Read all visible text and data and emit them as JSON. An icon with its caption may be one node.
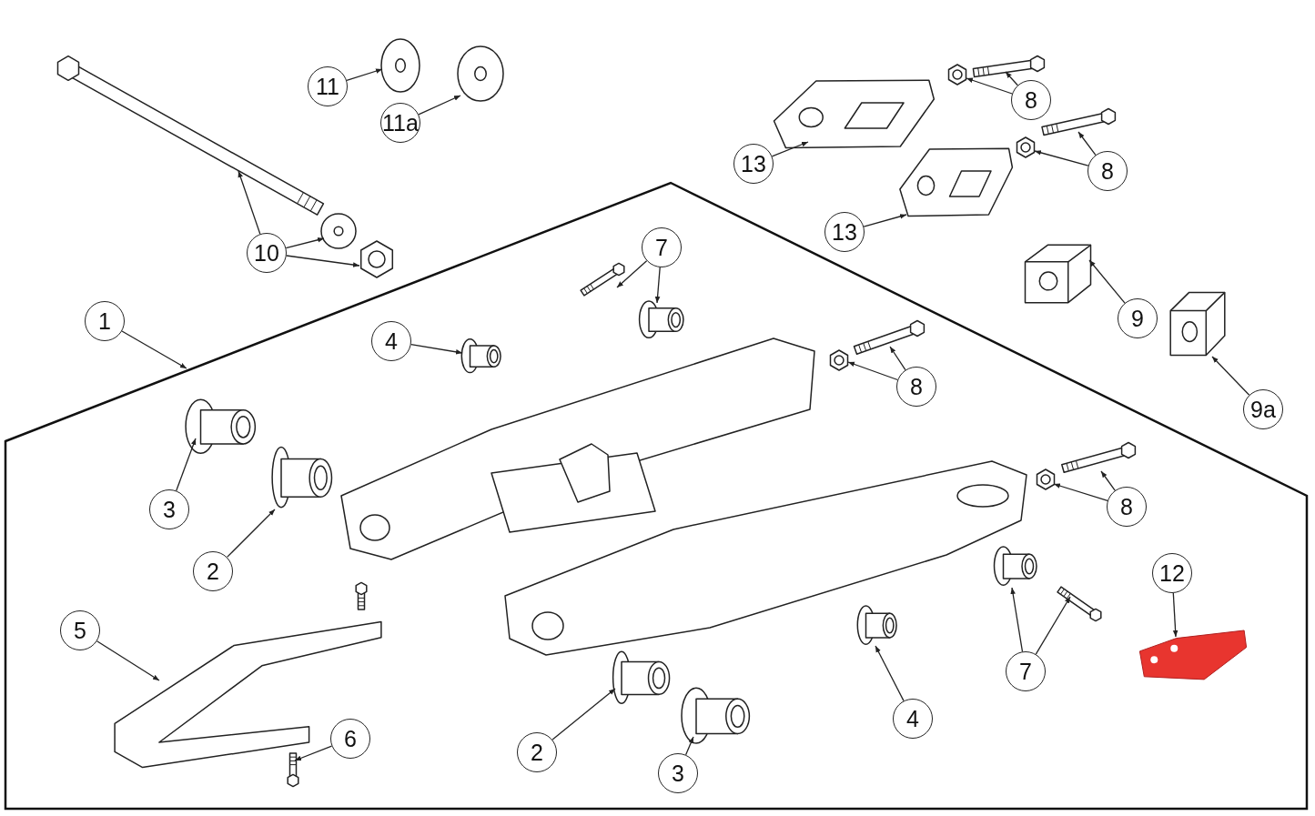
{
  "diagram": {
    "nodes": [
      {
        "text": [],
        "shape": "pentagon"
      },
      {
        "text": [
          "11"
        ]
      },
      {
        "text": [],
        "shape": "picture"
      },
      {
        "text": [
          "11a"
        ]
      },
      {
        "text": [],
        "shape": "picture"
      },
      {
        "text": [
          "10"
        ]
      },
      {
        "text": [],
        "shape": "bolt"
      },
      {
        "text": [],
        "shape": "picture"
      },
      {
        "text": [],
        "shape": "picture"
      },
      {
        "text": [
          "13"
        ]
      },
      {
        "text": [],
        "shape": "picture"
      },
      {
        "text": [
          "13"
        ]
      },
      {
        "text": [],
        "shape": "picture"
      },
      {
        "text": [
          "8"
        ]
      },
      {
        "text": [],
        "shape": "picture"
      },
      {
        "text": [],
        "shape": "bolt"
      },
      {
        "text": [
          "8"
        ]
      },
      {
        "text": [],
        "shape": "picture"
      },
      {
        "text": [],
        "shape": "bolt"
      },
      {
        "text": [
          "9"
        ]
      },
      {
        "text": [],
        "shape": "picture"
      },
      {
        "text": [
          "9a"
        ]
      },
      {
        "text": [],
        "shape": "picture"
      },
      {
        "text": [
          "1"
        ]
      },
      {
        "text": [
          "7"
        ],
        "in": 0
      },
      {
        "text": [],
        "shape": "picture",
        "in": 0
      },
      {
        "text": [],
        "shape": "picture",
        "in": 0
      },
      {
        "text": [
          "4"
        ],
        "in": 0
      },
      {
        "text": [],
        "shape": "picture",
        "in": 0
      },
      {
        "text": [
          "8"
        ],
        "in": 0
      },
      {
        "text": [],
        "shape": "picture",
        "in": 0
      },
      {
        "text": [],
        "shape": "bolt",
        "in": 0
      },
      {
        "text": [
          "3"
        ],
        "in": 0
      },
      {
        "text": [],
        "shape": "picture",
        "in": 0
      },
      {
        "text": [
          "2"
        ],
        "in": 0
      },
      {
        "text": [],
        "shape": "picture",
        "in": 0
      },
      {
        "text": [
          "8"
        ],
        "in": 0
      },
      {
        "text": [],
        "shape": "picture",
        "in": 0
      },
      {
        "text": [],
        "shape": "bolt",
        "in": 0
      },
      {
        "text": [
          "12"
        ],
        "in": 0
      },
      {
        "text": [],
        "shape": "picture",
        "in": 0
      },
      {
        "text": [
          "5"
        ],
        "in": 0
      },
      {
        "text": [],
        "shape": "picture",
        "in": 0
      },
      {
        "text": [
          "6"
        ],
        "in": 0
      },
      {
        "text": [],
        "shape": "picture",
        "in": 0
      },
      {
        "text": [
          "2"
        ],
        "in": 0
      },
      {
        "text": [],
        "shape": "picture",
        "in": 0
      },
      {
        "text": [
          "3"
        ],
        "in": 0
      },
      {
        "text": [],
        "shape": "picture",
        "in": 0
      },
      {
        "text": [
          "4"
        ],
        "in": 0
      },
      {
        "text": [],
        "shape": "picture",
        "in": 0
      },
      {
        "text": [
          "7"
        ],
        "in": 0
      },
      {
        "text": [],
        "shape": "picture",
        "in": 0
      },
      {
        "text": [],
        "shape": "picture",
        "in": 0
      }
    ],
    "edges": [
      {
        "from": 1,
        "to": 2,
        "arrow": "to"
      },
      {
        "from": 3,
        "to": 4,
        "arrow": "to"
      },
      {
        "from": 5,
        "to": 6,
        "arrow": "to"
      },
      {
        "from": 5,
        "to": 7,
        "arrow": "to"
      },
      {
        "from": 5,
        "to": 8,
        "arrow": "to"
      },
      {
        "from": 9,
        "to": 10,
        "arrow": "to"
      },
      {
        "from": 11,
        "to": 12,
        "arrow": "to"
      },
      {
        "from": 13,
        "to": 14,
        "arrow": "to"
      },
      {
        "from": 13,
        "to": 15,
        "arrow": "to"
      },
      {
        "from": 16,
        "to": 17,
        "arrow": "to"
      },
      {
        "from": 16,
        "to": 18,
        "arrow": "to"
      },
      {
        "from": 19,
        "to": 20,
        "arrow": "to"
      },
      {
        "from": 21,
        "to": 22,
        "arrow": "to"
      },
      {
        "from": 23,
        "to": 0,
        "arrow": "to"
      },
      {
        "from": 24,
        "to": 25,
        "arrow": "to"
      },
      {
        "from": 24,
        "to": 26,
        "arrow": "to"
      },
      {
        "from": 27,
        "to": 28,
        "arrow": "to"
      },
      {
        "from": 29,
        "to": 30,
        "arrow": "to"
      },
      {
        "from": 29,
        "to": 31,
        "arrow": "to"
      },
      {
        "from": 32,
        "to": 33,
        "arrow": "to"
      },
      {
        "from": 34,
        "to": 35,
        "arrow": "to"
      },
      {
        "from": 36,
        "to": 37,
        "arrow": "to"
      },
      {
        "from": 36,
        "to": 38,
        "arrow": "to"
      },
      {
        "from": 39,
        "to": 40,
        "arrow": "to"
      },
      {
        "from": 41,
        "to": 42,
        "arrow": "to"
      },
      {
        "from": 43,
        "to": 44,
        "arrow": "to"
      },
      {
        "from": 45,
        "to": 46,
        "arrow": "to"
      },
      {
        "from": 47,
        "to": 48,
        "arrow": "to"
      },
      {
        "from": 49,
        "to": 50,
        "arrow": "to"
      },
      {
        "from": 51,
        "to": 52,
        "arrow": "to"
      },
      {
        "from": 51,
        "to": 53,
        "arrow": "to"
      }
    ]
  }
}
